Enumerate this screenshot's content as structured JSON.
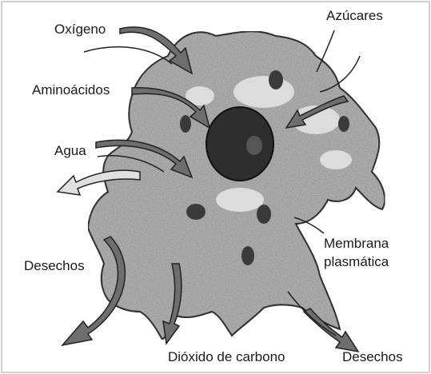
{
  "labels": {
    "oxygen": "Oxígeno",
    "sugars": "Azúcares",
    "amino_acids": "Aminoácidos",
    "water": "Agua",
    "membrane_line1": "Membrana",
    "membrane_line2": "plasmática",
    "waste_left": "Desechos",
    "carbon_dioxide": "Dióxido de carbono",
    "waste_right": "Desechos"
  },
  "colors": {
    "background": "#ffffff",
    "cell_fill": "#b3b3b3",
    "nucleus": "#2e2e2e",
    "arrow_fill": "#6e6e6e",
    "text": "#1a1a1a"
  }
}
